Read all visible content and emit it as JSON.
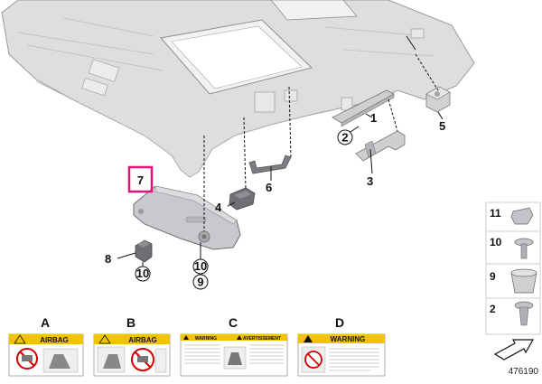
{
  "diagram": {
    "parts": {
      "p1": "1",
      "p2": "2",
      "p3": "3",
      "p4": "4",
      "p5": "5",
      "p6": "6",
      "p7": "7",
      "p8": "8",
      "p9": "9",
      "p10a": "10",
      "p10b": "10"
    },
    "side_column": {
      "s11": "11",
      "s10": "10",
      "s9": "9",
      "s2": "2"
    },
    "labels": {
      "A": {
        "letter": "A",
        "title": "AIRBAG"
      },
      "B": {
        "letter": "B",
        "title": "AIRBAG"
      },
      "C": {
        "letter": "C",
        "title_left": "WARNING",
        "title_right": "AVERTISSEMENT"
      },
      "D": {
        "letter": "D",
        "title": "WARNING"
      }
    },
    "reference_number": "476190",
    "colors": {
      "highlight": "#e0127c",
      "airbag_yellow": "#f2c200",
      "headliner": "#d9d9db",
      "outline": "#8e8e93",
      "leader": "#111111"
    }
  }
}
